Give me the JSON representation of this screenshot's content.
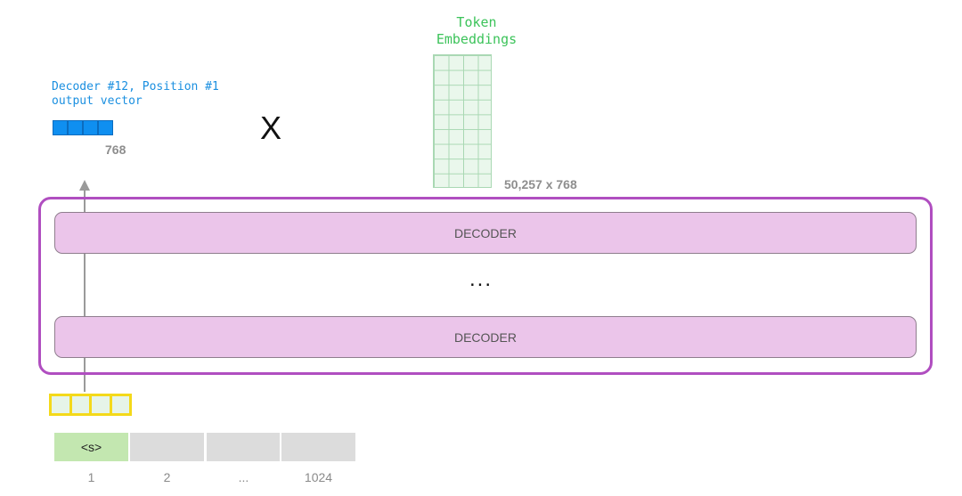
{
  "token_embeddings": {
    "title": "Token\nEmbeddings",
    "dims_label": "50,257 x 768",
    "title_color": "#3cc35a"
  },
  "multiply_symbol": "X",
  "output_vector": {
    "title": "Decoder #12, Position #1\noutput vector",
    "dims_label": "768",
    "color": "#0f8ff0"
  },
  "decoder_stack": {
    "border_color": "#b04ec0",
    "top_label": "DECODER",
    "ellipsis": "...",
    "bottom_label": "DECODER"
  },
  "input_vector": {
    "border_color": "#f4d91a"
  },
  "tokens": [
    {
      "text": "<s>",
      "position": "1"
    },
    {
      "text": "",
      "position": "2"
    },
    {
      "text": "",
      "position": "..."
    },
    {
      "text": "",
      "position": "1024"
    }
  ]
}
